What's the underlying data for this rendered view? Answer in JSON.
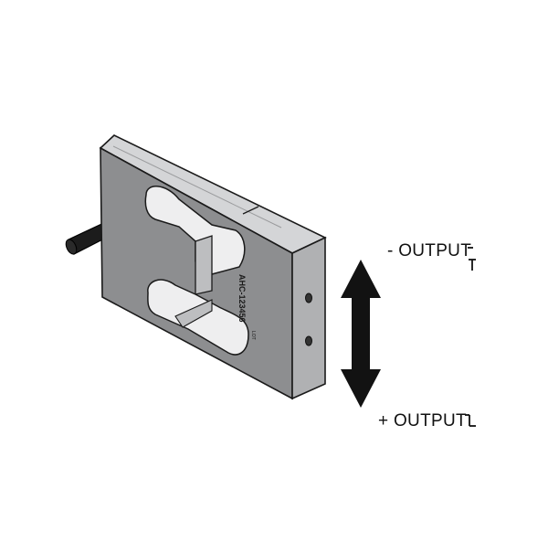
{
  "diagram": {
    "part_marking": "AHC-123456",
    "small_marking": "LOT",
    "labels": {
      "negative_output": "- OUTPUT",
      "positive_output": "+ OUTPUT"
    }
  },
  "colors": {
    "front_face": "#8d8e90",
    "top_face": "#d4d5d7",
    "side_face": "#b0b1b3",
    "cutout_light": "#eeeeef",
    "outline": "#1a1a1a",
    "arrow": "#121212",
    "cable": "#1b1b1b"
  }
}
